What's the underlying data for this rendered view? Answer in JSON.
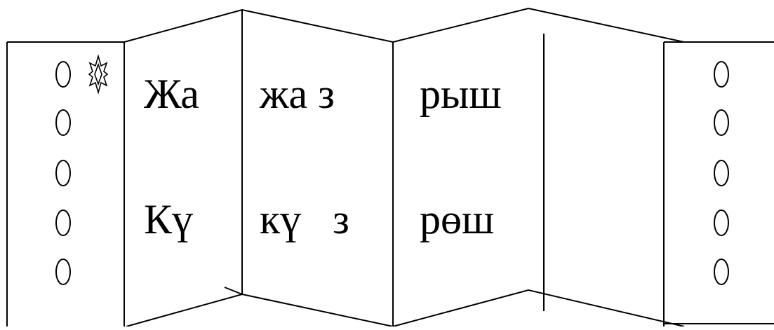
{
  "diagram": {
    "line_color": "#000000",
    "background": "#ffffff",
    "decoration_icon": "sun-ornament-icon",
    "hole_icon": "oval-hole-icon",
    "rows": [
      {
        "syllables": [
          "Жа",
          "жа з",
          "рыш"
        ]
      },
      {
        "syllables": [
          "Кү",
          "кү   з",
          "рөш"
        ]
      }
    ]
  }
}
